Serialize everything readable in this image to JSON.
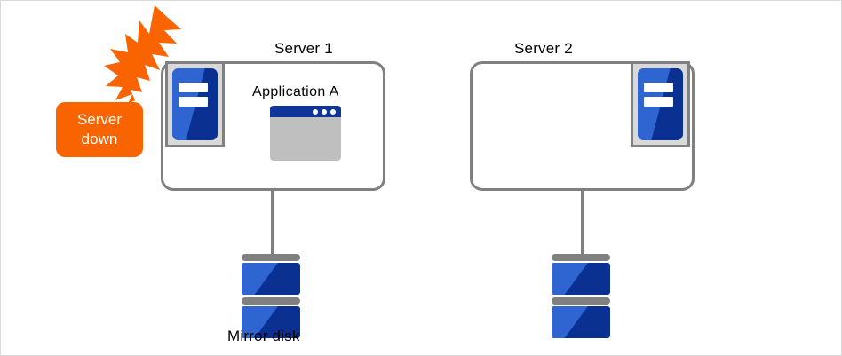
{
  "diagram": {
    "title_hidden": "",
    "nodes": [
      {
        "id": "server1",
        "label": "Server 1",
        "icon_name": "server-unit-icon",
        "icon_position": "left",
        "app": {
          "label": "Application A",
          "icon_name": "application-window-icon",
          "dots": 3
        },
        "storage": {
          "label": "Mirror disk",
          "icon_name": "mirror-disk-icon",
          "units": 2
        },
        "status": {
          "label_line1": "Server",
          "label_line2": "down",
          "state": "down"
        }
      },
      {
        "id": "server2",
        "label": "Server 2",
        "icon_name": "server-unit-icon",
        "icon_position": "right",
        "app": null,
        "storage": {
          "label": "",
          "icon_name": "mirror-disk-icon",
          "units": 2
        },
        "status": null
      }
    ],
    "alert": {
      "line1": "Server",
      "line2": "down",
      "burst_icon_name": "explosion-burst-icon"
    },
    "storage_caption": "Mirror disk",
    "colors": {
      "accent_orange": "#f96400",
      "brand_blue_light": "#2f65d0",
      "brand_blue_dark": "#0a3192",
      "titlebar_blue": "#10359a",
      "outline_gray": "#808080",
      "panel_gray": "#d9d9d9",
      "window_body_gray": "#bfbfbf",
      "background": "#ffffff"
    }
  }
}
